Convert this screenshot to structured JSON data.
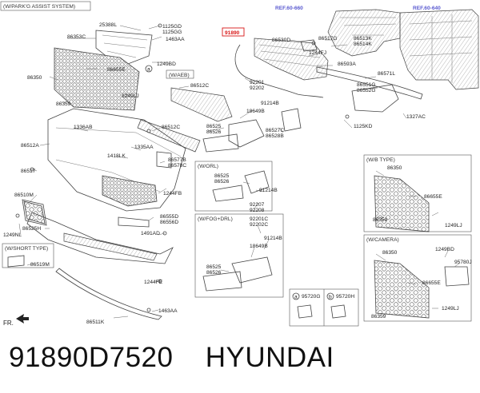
{
  "headers": {
    "top": "(W/PARK'G ASSIST SYSTEM)",
    "waeb": "(W/AEB)",
    "worl": "(W/ORL)",
    "wfog": "(W/FOG+DRL)",
    "wb_type": "(W/B TYPE)",
    "wcamera": "(W/CAMERA)",
    "wshort": "(W/SHORT TYPE)"
  },
  "refs": [
    "REF.60-660",
    "REF.60-640"
  ],
  "highlight": "91890",
  "labels": {
    "l1": "25388L",
    "l2": "1125GD",
    "l3": "1125GG",
    "l4": "86353C",
    "l5": "1463AA",
    "l6": "1249BD",
    "l7": "86655E",
    "l8": "86350",
    "l9": "1249LJ",
    "l10": "86359",
    "l11": "86530D",
    "l12": "86517G",
    "l13": "86513K",
    "l14": "86514K",
    "l15": "1244FJ",
    "l16": "86593A",
    "l17": "86571L",
    "l18": "86551G",
    "l19": "86552G",
    "l20": "1327AC",
    "l21": "1125KD",
    "l22": "86512C",
    "l23": "92201",
    "l24": "92202",
    "l25": "91214B",
    "l26": "18649B",
    "l27": "86525",
    "l28": "86526",
    "l29": "86527C",
    "l30": "86528B",
    "l31": "1336AB",
    "l32": "86512A",
    "l33": "86512C",
    "l34": "1335AA",
    "l35": "1418LK",
    "l36": "86577B",
    "l37": "86578C",
    "l38": "86517",
    "l39": "1244FB",
    "l40": "86510M",
    "l41": "86525H",
    "l42": "1249NL",
    "l43": "86555D",
    "l44": "86556D",
    "l45": "1491AD",
    "l46": "86519M",
    "l47": "1244FE",
    "l48": "1463AA",
    "l49": "86511K",
    "l50": "86525",
    "l51": "86526",
    "l52": "91214B",
    "l53": "92207",
    "l54": "92208",
    "l55": "92201C",
    "l56": "92202C",
    "l57": "91214B",
    "l58": "18649B",
    "l59": "86525",
    "l60": "86526",
    "l61": "86350",
    "l62": "86655E",
    "l63": "86359",
    "l64": "1249LJ",
    "l65": "86350",
    "l66": "1249BD",
    "l67": "95780J",
    "l68": "86655E",
    "l69": "86359",
    "l70": "1249LJ",
    "l71": "95720G",
    "l72": "95720H"
  },
  "callouts": {
    "a": "a",
    "b": "b"
  },
  "fr": "FR.",
  "caption": {
    "part_number": "91890D7520",
    "brand": "HYUNDAI"
  }
}
